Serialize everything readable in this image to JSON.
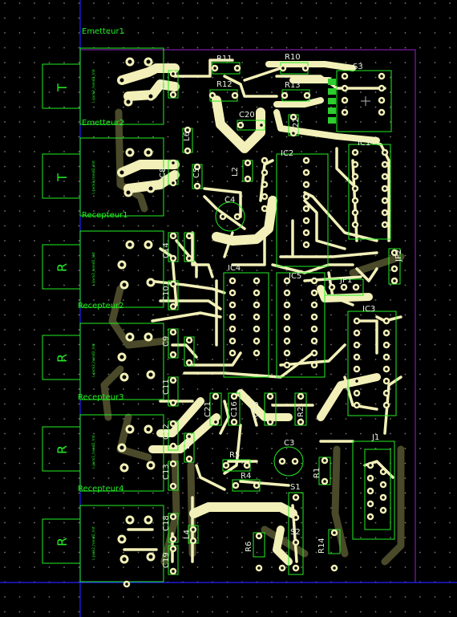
{
  "sections": {
    "emetteur1": "Emetteur1",
    "emetteur2": "Emetteur2",
    "recepteur1": "Recepteur1",
    "recepteur2": "Recepteur2",
    "recepteur3": "Recepteur3",
    "recepteur4": "Recepteur4"
  },
  "connectors": [
    {
      "letter": "T",
      "label": "L-jack2_hand2_Vst"
    },
    {
      "letter": "T",
      "label": "L-jack2_hand2_Vst"
    },
    {
      "letter": "R",
      "label": "L-jack2_hand2_Vst"
    },
    {
      "letter": "R",
      "label": "L-jack2_hand2_Vst"
    },
    {
      "letter": "R",
      "label": "L-jack2_hand2_Vst"
    },
    {
      "letter": "R",
      "label": "L-jack2_hand2_Vst"
    }
  ],
  "components": {
    "R11": "R11",
    "R10": "R10",
    "R12": "R12",
    "R13": "R13",
    "S3": "S3",
    "C7": "C7",
    "C20": "C20",
    "C22": "C22",
    "L6": "L6",
    "IC2": "IC2",
    "IC1": "IC1",
    "C8": "C8",
    "C5": "C5",
    "L2": "L2",
    "C4": "C4",
    "C14": "C14",
    "C10": "C10",
    "IC4": "IC4",
    "IC5": "IC5",
    "JP1": "JP1",
    "JP2": "JP2",
    "IC3": "IC3",
    "C9": "C9",
    "C11": "C11",
    "C21": "C21",
    "C16": "C16",
    "C15": "C15",
    "R2": "R2",
    "C3": "C3",
    "J1": "J1",
    "C12": "C12",
    "C13": "C13",
    "L5": "L5",
    "R5": "R5",
    "R4": "R4",
    "R1": "R1",
    "S1": "S1",
    "C18": "C18",
    "C19": "C19",
    "L4": "L4",
    "S2": "S2",
    "R6": "R6",
    "R14": "R14"
  },
  "colors": {
    "background": "#000000",
    "trace": "#f2f0b8",
    "shadow": "#4a4a2a",
    "silkscreen": "#22ee22",
    "outline": "#9922cc",
    "axis": "#2222ff"
  }
}
